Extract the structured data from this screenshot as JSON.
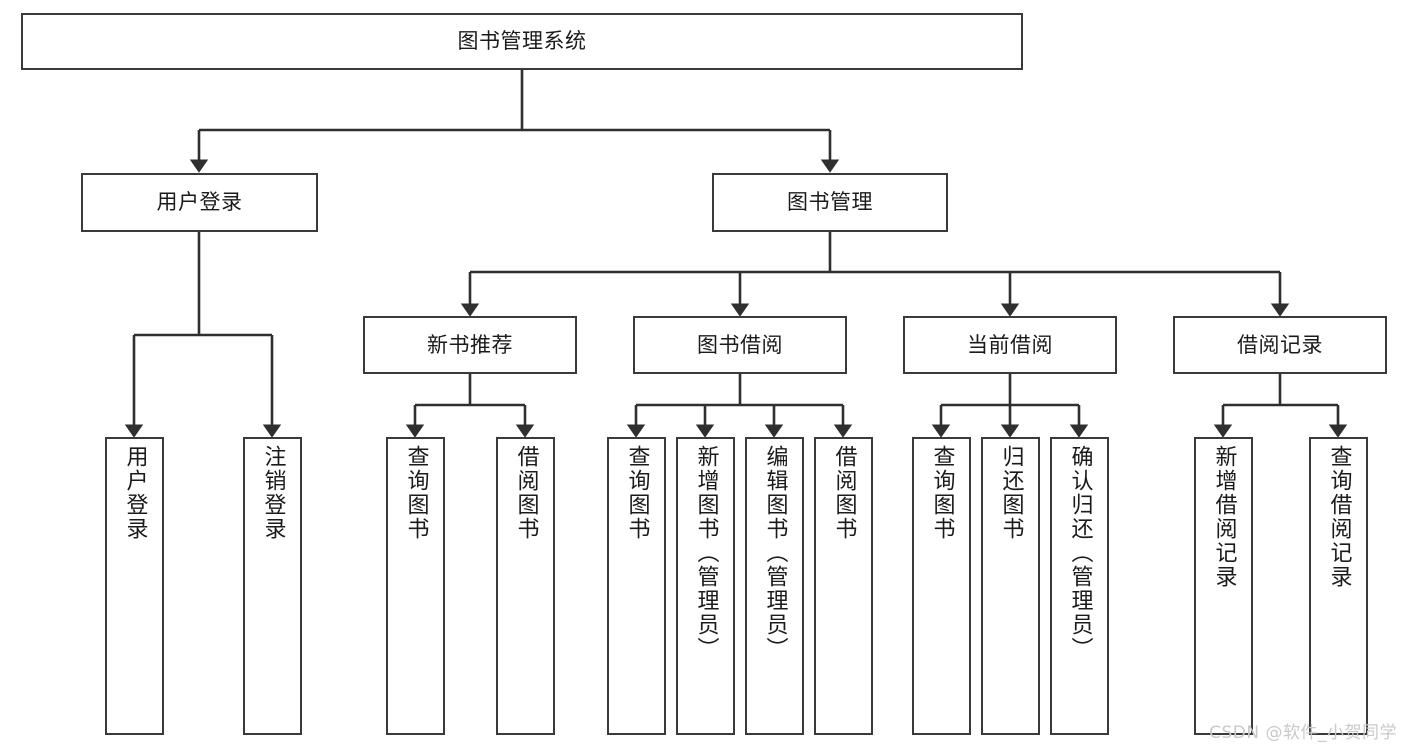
{
  "diagram": {
    "title": "图书管理系统",
    "type": "tree-hierarchy-chart",
    "root": {
      "label": "图书管理系统"
    },
    "level2": [
      {
        "label": "用户登录"
      },
      {
        "label": "图书管理"
      }
    ],
    "level3": [
      {
        "label": "新书推荐"
      },
      {
        "label": "图书借阅"
      },
      {
        "label": "当前借阅"
      },
      {
        "label": "借阅记录"
      }
    ],
    "leaves": {
      "user_login": [
        {
          "label": "用户登录"
        },
        {
          "label": "注销登录"
        }
      ],
      "new_book_recommend": [
        {
          "label": "查询图书"
        },
        {
          "label": "借阅图书"
        }
      ],
      "book_borrow": [
        {
          "label": "查询图书"
        },
        {
          "label": "新增图书（管理员）"
        },
        {
          "label": "编辑图书（管理员）"
        },
        {
          "label": "借阅图书"
        }
      ],
      "current_borrow": [
        {
          "label": "查询图书"
        },
        {
          "label": "归还图书"
        },
        {
          "label": "确认归还（管理员）"
        }
      ],
      "borrow_record": [
        {
          "label": "新增借阅记录"
        },
        {
          "label": "查询借阅记录"
        }
      ]
    }
  },
  "watermark": {
    "text": "CSDN @软件_小贺同学"
  },
  "colors": {
    "stroke": "#3a3a3a",
    "fill": "#ffffff",
    "text": "#1b1b1b",
    "watermark": "#c9c9c9"
  }
}
